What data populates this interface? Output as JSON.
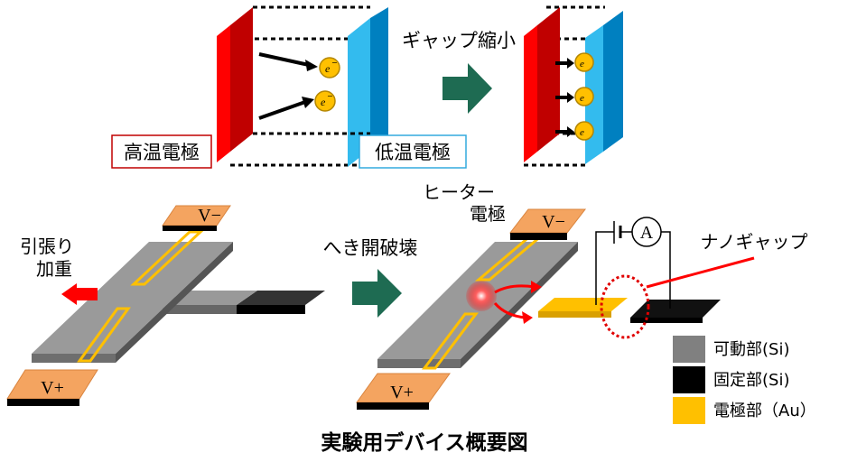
{
  "labels": {
    "hot_electrode": "高温電極",
    "cold_electrode": "低温電極",
    "gap_shrink": "ギャップ縮小",
    "heater_line1": "ヒーター",
    "heater_line2": "電極",
    "pull_line1": "引張り",
    "pull_line2": "加重",
    "crack_break": "へき開破壊",
    "nanogap": "ナノギャップ",
    "caption": "実験用デバイス概要図",
    "electron": "e",
    "electron_sup": "−",
    "ammeter": "A",
    "pad_minus": "V−",
    "pad_plus": "V+"
  },
  "legend": [
    {
      "label": "可動部(Si)",
      "color": "#808080"
    },
    {
      "label": "固定部(Si)",
      "color": "#000000"
    },
    {
      "label": "電極部（Au）",
      "color": "#ffc000"
    }
  ],
  "colors": {
    "hot_red": "#c00000",
    "hot_red_light": "#ff0000",
    "cold_blue": "#0096d6",
    "cold_blue_light": "#33bbee",
    "arrow_green": "#1e6b52",
    "pad_orange": "#f4a460",
    "gold": "#ffc000",
    "silicon_gray": "#999999",
    "pull_arrow_red": "#ff0000"
  }
}
